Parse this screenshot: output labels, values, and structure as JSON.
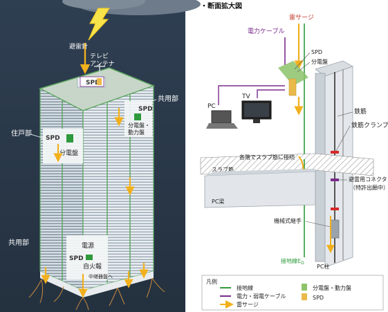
{
  "left": {
    "lightning_rod": "避雷針",
    "tv_antenna_line1": "テレビ",
    "tv_antenna_line2": "アンテナ",
    "spd_roof": "SPD",
    "common_area_top": "共用部",
    "spd_right": "SPD",
    "dist_power_line1": "分電盤・",
    "dist_power_line2": "動力盤",
    "dwelling_unit": "住戸部",
    "spd_unit": "SPD",
    "dist_board": "分電盤",
    "common_area_bottom": "共用部",
    "power_supply": "電源",
    "spd_bottom": "SPD",
    "fire_alarm": "自火報",
    "to_relay_board": "中継器盤へ"
  },
  "right": {
    "section_title": "・断面拡大図",
    "lightning_surge": "雷サージ",
    "power_cable": "電力ケーブル",
    "spd": "SPD",
    "dist_board": "分電盤",
    "pc": "PC",
    "tv": "TV",
    "rebar": "鉄筋",
    "rebar_clamp": "鉄筋クランプ",
    "slab_connect": "各階でスラブ筋に接続",
    "slab_rebar": "スラブ筋",
    "connector_line1": "避雷用コネクタ",
    "connector_line2": "（特許出願中）",
    "pc_beam": "PC梁",
    "mech_joint": "機械式継手",
    "ground_wire": "接地線E",
    "ground_sub": "D",
    "pc_column": "PC柱"
  },
  "legend": {
    "title": "凡例",
    "ground_wire": "接地線",
    "power_cable": "電力・弱電ケーブル",
    "lightning_surge": "雷サージ",
    "dist_board": "分電盤・動力盤",
    "spd": "SPD"
  },
  "colors": {
    "ground_wire": "#2e9a3c",
    "cable": "#7a2a8c",
    "surge": "#f2b01e",
    "spd": "#e9b94a",
    "dist_board": "#8cc36b",
    "left_bg": "#2b3a4b"
  }
}
